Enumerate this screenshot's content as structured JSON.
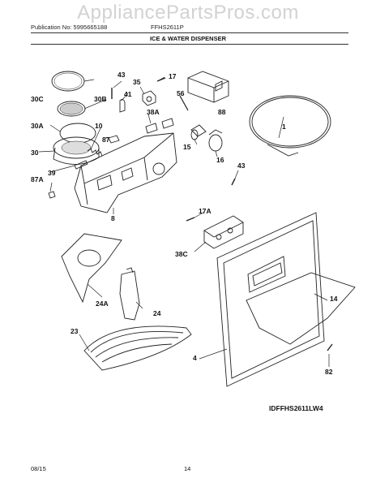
{
  "watermark": "AppliancePartsPros.com",
  "header": {
    "publication": "Publication No: 5995665188",
    "model": "FFHS2611P",
    "title": "ICE & WATER DISPENSER"
  },
  "labels": {
    "l1": "1",
    "l4": "4",
    "l8": "8",
    "l10": "10",
    "l14": "14",
    "l15": "15",
    "l16": "16",
    "l17": "17",
    "l17A": "17A",
    "l23": "23",
    "l24": "24",
    "l24A": "24A",
    "l30": "30",
    "l30A": "30A",
    "l30B": "30B",
    "l30C": "30C",
    "l35": "35",
    "l38A": "38A",
    "l38C": "38C",
    "l39": "39",
    "l41": "41",
    "l43a": "43",
    "l43b": "43",
    "l56": "56",
    "l82": "82",
    "l87": "87",
    "l87A": "87A",
    "l88": "88"
  },
  "image_id": "IDFFHS2611LW4",
  "footer": {
    "date": "08/15",
    "page": "14"
  }
}
